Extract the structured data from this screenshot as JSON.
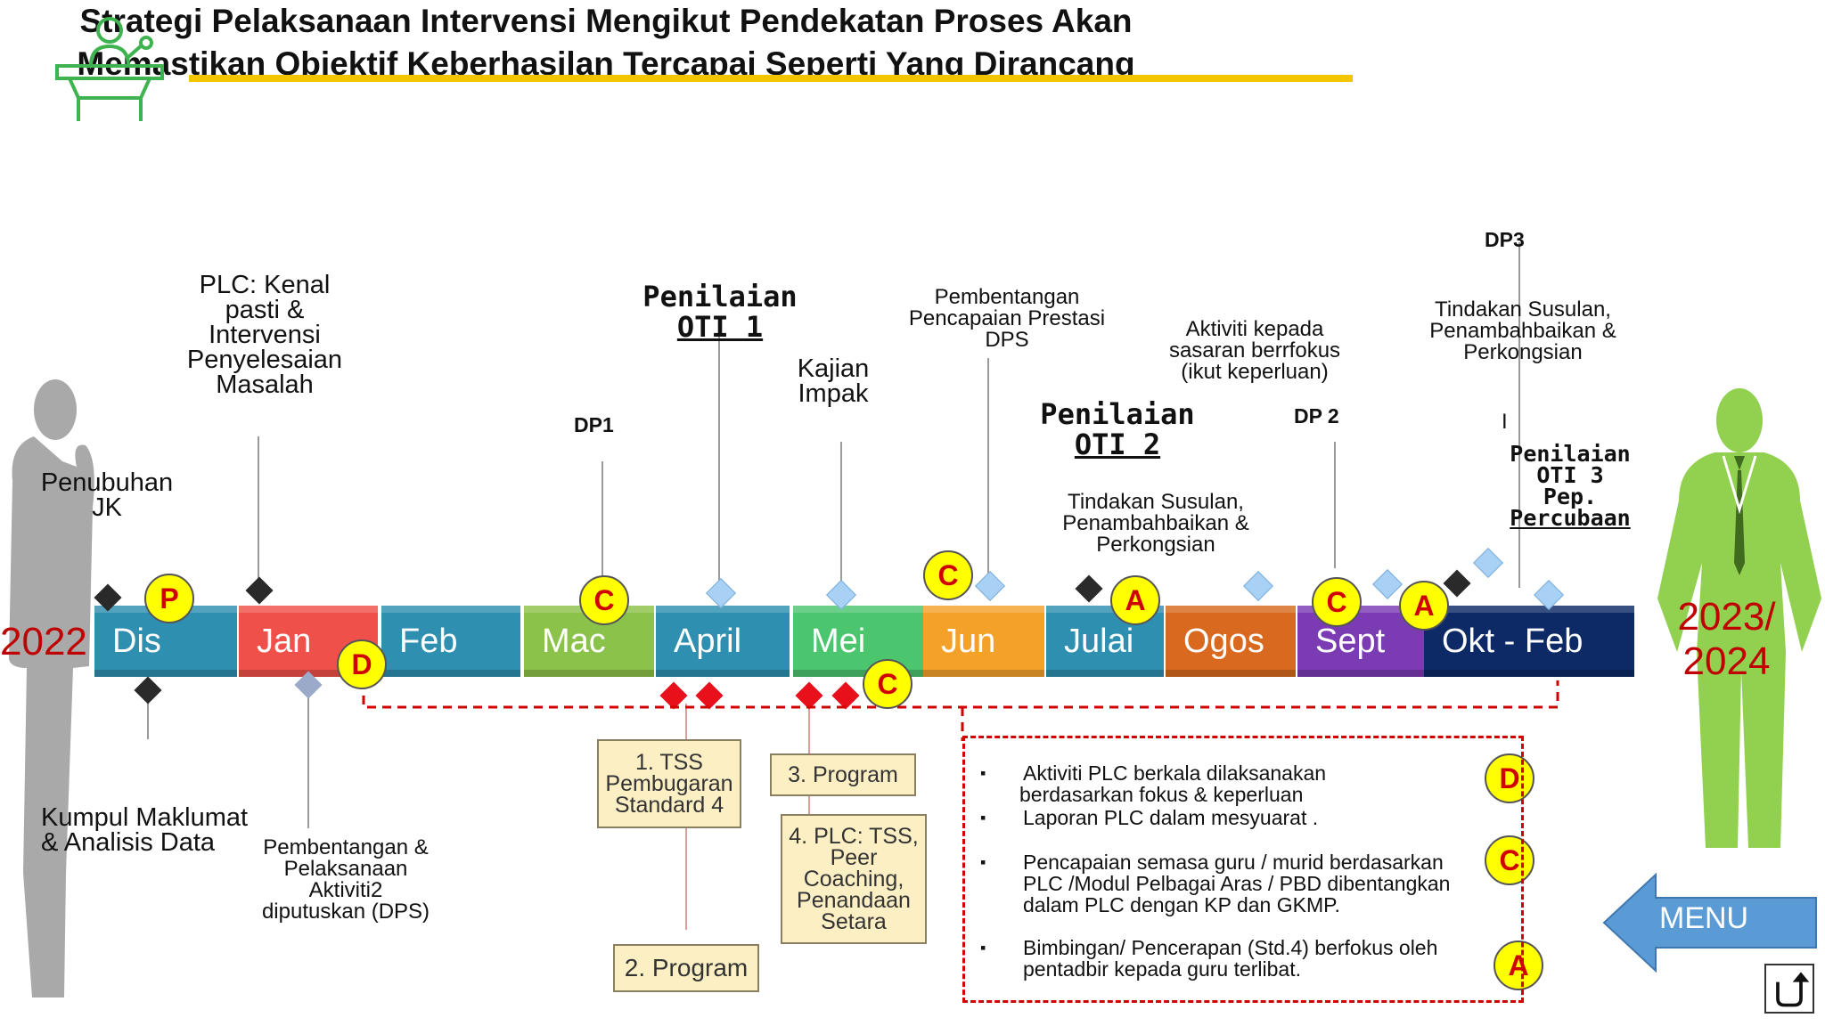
{
  "title": {
    "line1": "Strategi Pelaksanaan Intervensi Mengikut Pendekatan Proses Akan",
    "line2": "Memastikan Objektif Keberhasilan Tercapai Seperti Yang Dirancang"
  },
  "years": {
    "start": "2022",
    "end_line1": "2023/",
    "end_line2": "2024"
  },
  "timeline": [
    {
      "label": "Dis",
      "color": "#2e8fb0"
    },
    {
      "label": "Jan",
      "color": "#f0504a"
    },
    {
      "label": "Feb",
      "color": "#2e8fb0"
    },
    {
      "label": "Mac",
      "color": "#8bc34a"
    },
    {
      "label": "April",
      "color": "#2e8fb0"
    },
    {
      "label": "Mei",
      "color": "#4cc56f"
    },
    {
      "label": "Jun",
      "color": "#f4a12a"
    },
    {
      "label": "Julai",
      "color": "#2e8fb0"
    },
    {
      "label": "Ogos",
      "color": "#d8691f"
    },
    {
      "label": "Sept",
      "color": "#7b3bb3"
    },
    {
      "label": "Okt - Feb",
      "color": "#0d2a66"
    }
  ],
  "labels": {
    "penubuhan": [
      "Penubuhan",
      "JK"
    ],
    "plc_kenal": [
      "PLC: Kenal",
      "pasti &",
      "Intervensi",
      "Penyelesaian",
      "Masalah"
    ],
    "kumpul": [
      "Kumpul Maklumat",
      "& Analisis Data"
    ],
    "pembentangan_dps": [
      "Pembentangan &",
      "Pelaksanaan",
      "Aktiviti2",
      "diputuskan (DPS)"
    ],
    "dp1": "DP1",
    "oti1": [
      "Penilaian",
      "OTI 1"
    ],
    "kajian": [
      "Kajian",
      "Impak"
    ],
    "pencapaian": [
      "Pembentangan",
      "Pencapaian Prestasi",
      "DPS"
    ],
    "oti2": [
      "Penilaian",
      "OTI 2"
    ],
    "tindakan1": [
      "Tindakan Susulan,",
      "Penambahbaikan &",
      "Perkongsian"
    ],
    "aktiviti": [
      "Aktiviti kepada",
      "sasaran berrfokus",
      "(ikut keperluan)"
    ],
    "dp2": "DP 2",
    "dp3": "DP3",
    "tindakan2": [
      "Tindakan Susulan,",
      "Penambahbaikan &",
      "Perkongsian"
    ],
    "oti3": [
      "Penilaian",
      "OTI 3",
      "Pep.",
      "Percubaan"
    ],
    "tick": "I"
  },
  "markers": {
    "p": "P",
    "d": "D",
    "c": "C",
    "a": "A"
  },
  "boxes": {
    "tss": [
      "1. TSS",
      "Pembugaran",
      "Standard 4"
    ],
    "program2": "2. Program",
    "program3": "3. Program",
    "plc": [
      "4. PLC: TSS,",
      "Peer",
      "Coaching,",
      "Penandaan",
      "Setara"
    ]
  },
  "notes": [
    {
      "lines": [
        "Aktiviti PLC berkala dilaksanakan",
        "berdasarkan fokus & keperluan"
      ]
    },
    {
      "lines": [
        "Laporan PLC dalam mesyuarat ."
      ]
    },
    {
      "lines": [
        "Pencapaian semasa guru / murid berdasarkan",
        "PLC  /Modul Pelbagai Aras / PBD dibentangkan",
        "dalam PLC dengan KP dan GKMP."
      ]
    },
    {
      "lines": [
        "Bimbingan/ Pencerapan (Std.4) berfokus oleh",
        "pentadbir kepada guru terlibat."
      ]
    }
  ],
  "bullet": "▪",
  "menu": {
    "label": "MENU",
    "color": "#5b9bd5"
  },
  "icons": {
    "speaker": "podium-speaker-icon",
    "back": "return-arrow-icon"
  },
  "colors": {
    "accent_line": "#f2c500",
    "podium": "#3fb34f",
    "figure_left": "#a9a9a9",
    "figure_right": "#92d050"
  }
}
